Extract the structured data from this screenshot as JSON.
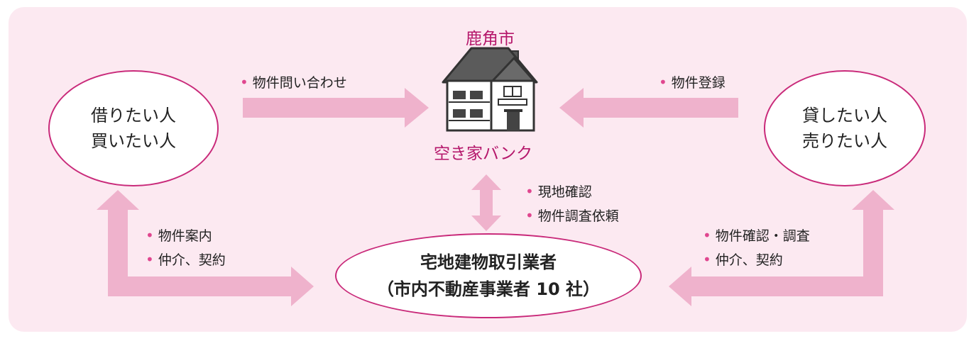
{
  "nodes": {
    "left_party": [
      "借りたい人",
      "買いたい人"
    ],
    "right_party": [
      "貸したい人",
      "売りたい人"
    ],
    "broker": [
      "宅地建物取引業者",
      "（市内不動産事業者 10 社）"
    ],
    "city": "鹿角市",
    "bank": "空き家バンク"
  },
  "edge_labels": {
    "inquiry": "物件問い合わせ",
    "registration": "物件登録",
    "site_check": "現地確認",
    "survey_request": "物件調査依頼",
    "left_guide": "物件案内",
    "left_contract": "仲介、契約",
    "right_check": "物件確認・調査",
    "right_contract": "仲介、契約"
  },
  "bullet": "•",
  "colors": {
    "background": "#fce9f1",
    "arrow": "#efb2cc",
    "accent": "#b5176b",
    "ellipse_border": "#c92a7a",
    "bullet": "#e0468f"
  },
  "icons": [
    "house-icon"
  ]
}
